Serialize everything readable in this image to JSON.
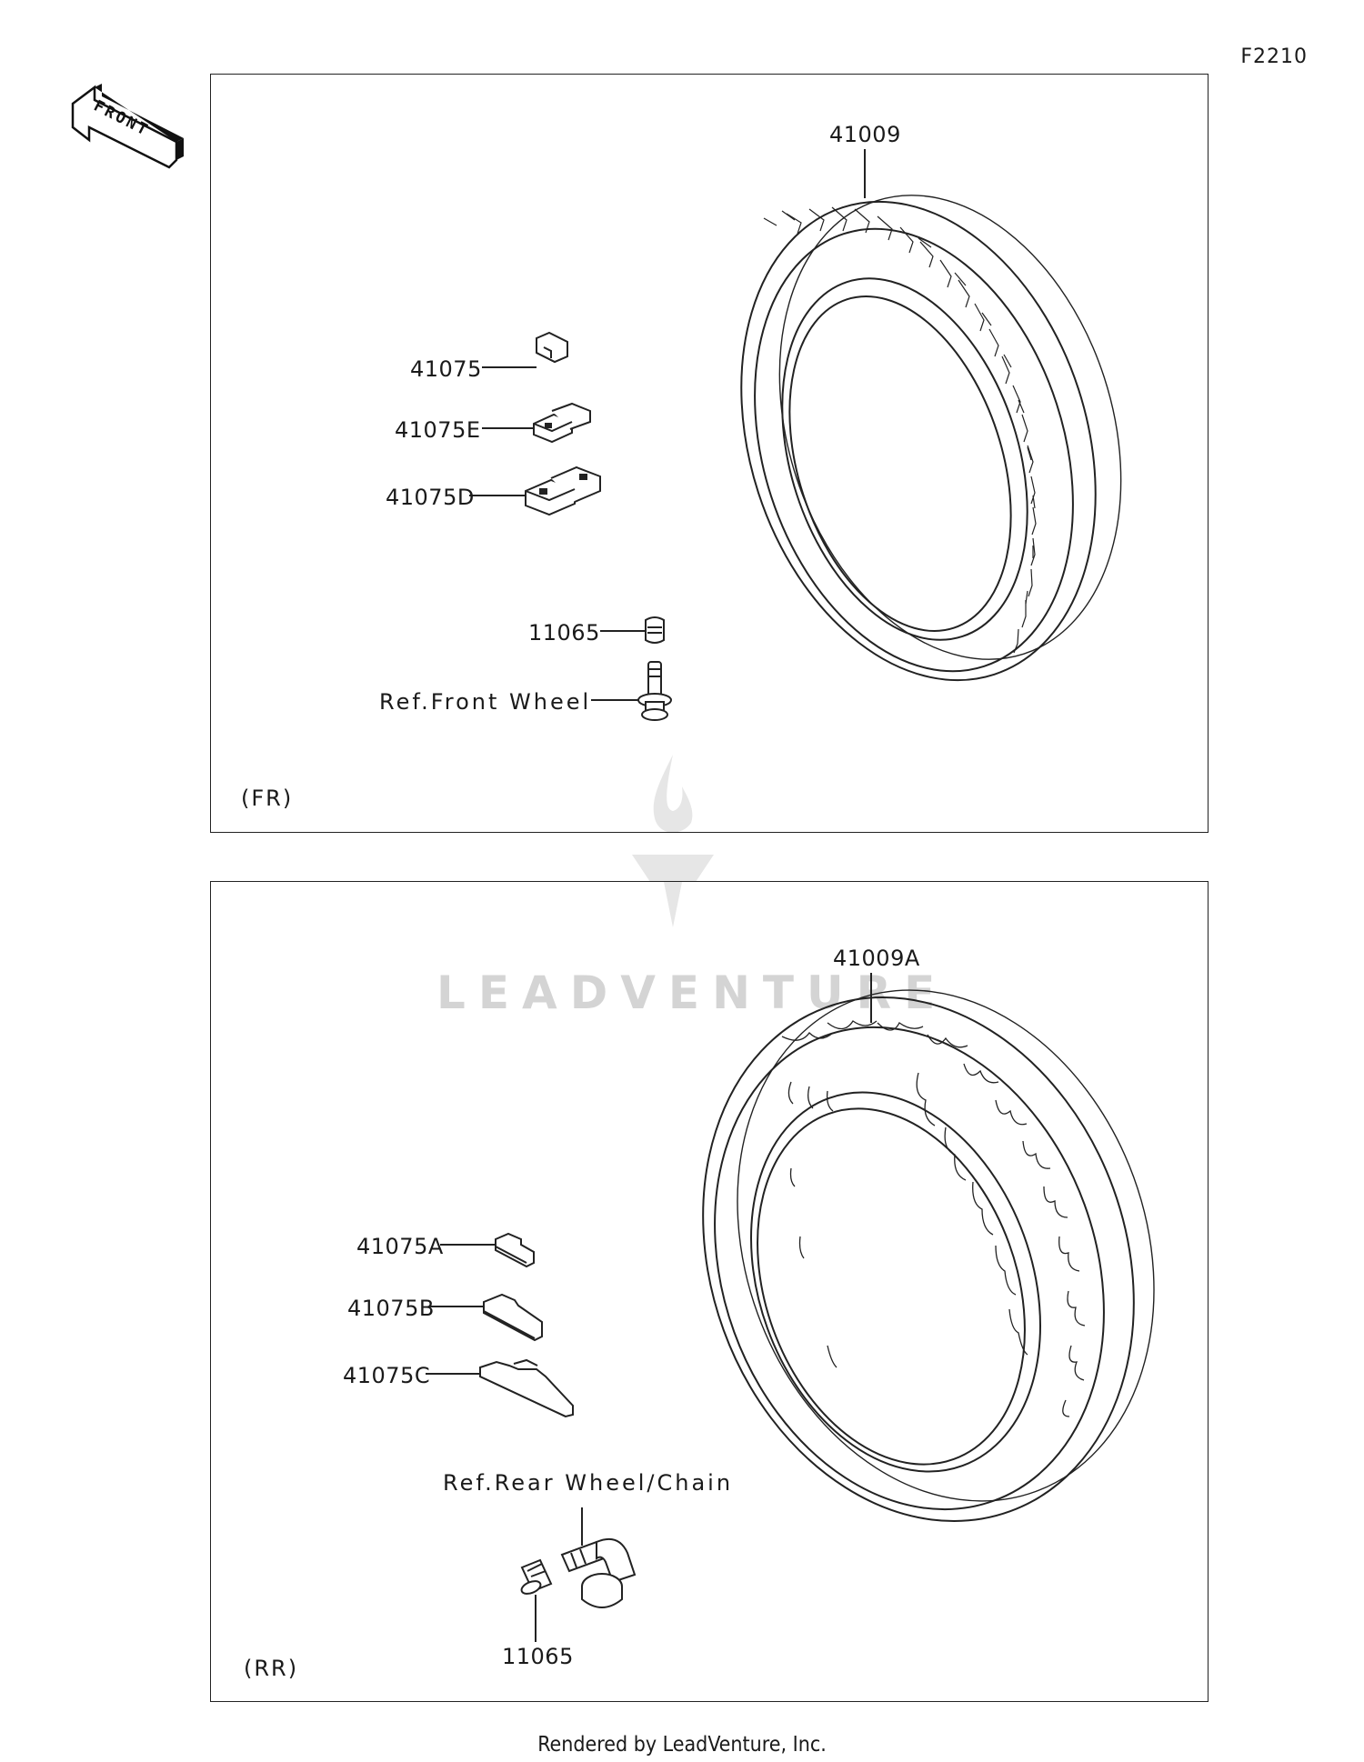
{
  "diagram_code": "F2210",
  "front_label": "FRONT",
  "footer": "Rendered by LeadVenture, Inc.",
  "watermark": "LEADVENTURE",
  "front_panel": {
    "section_label": "(FR)",
    "callouts": {
      "tire": "41009",
      "weight_a": "41075",
      "weight_e": "41075E",
      "weight_d": "41075D",
      "valve_cap": "11065",
      "ref": "Ref.Front Wheel"
    }
  },
  "rear_panel": {
    "section_label": "(RR)",
    "callouts": {
      "tire": "41009A",
      "weight_a": "41075A",
      "weight_b": "41075B",
      "weight_c": "41075C",
      "ref": "Ref.Rear Wheel/Chain",
      "valve_cap": "11065"
    }
  }
}
